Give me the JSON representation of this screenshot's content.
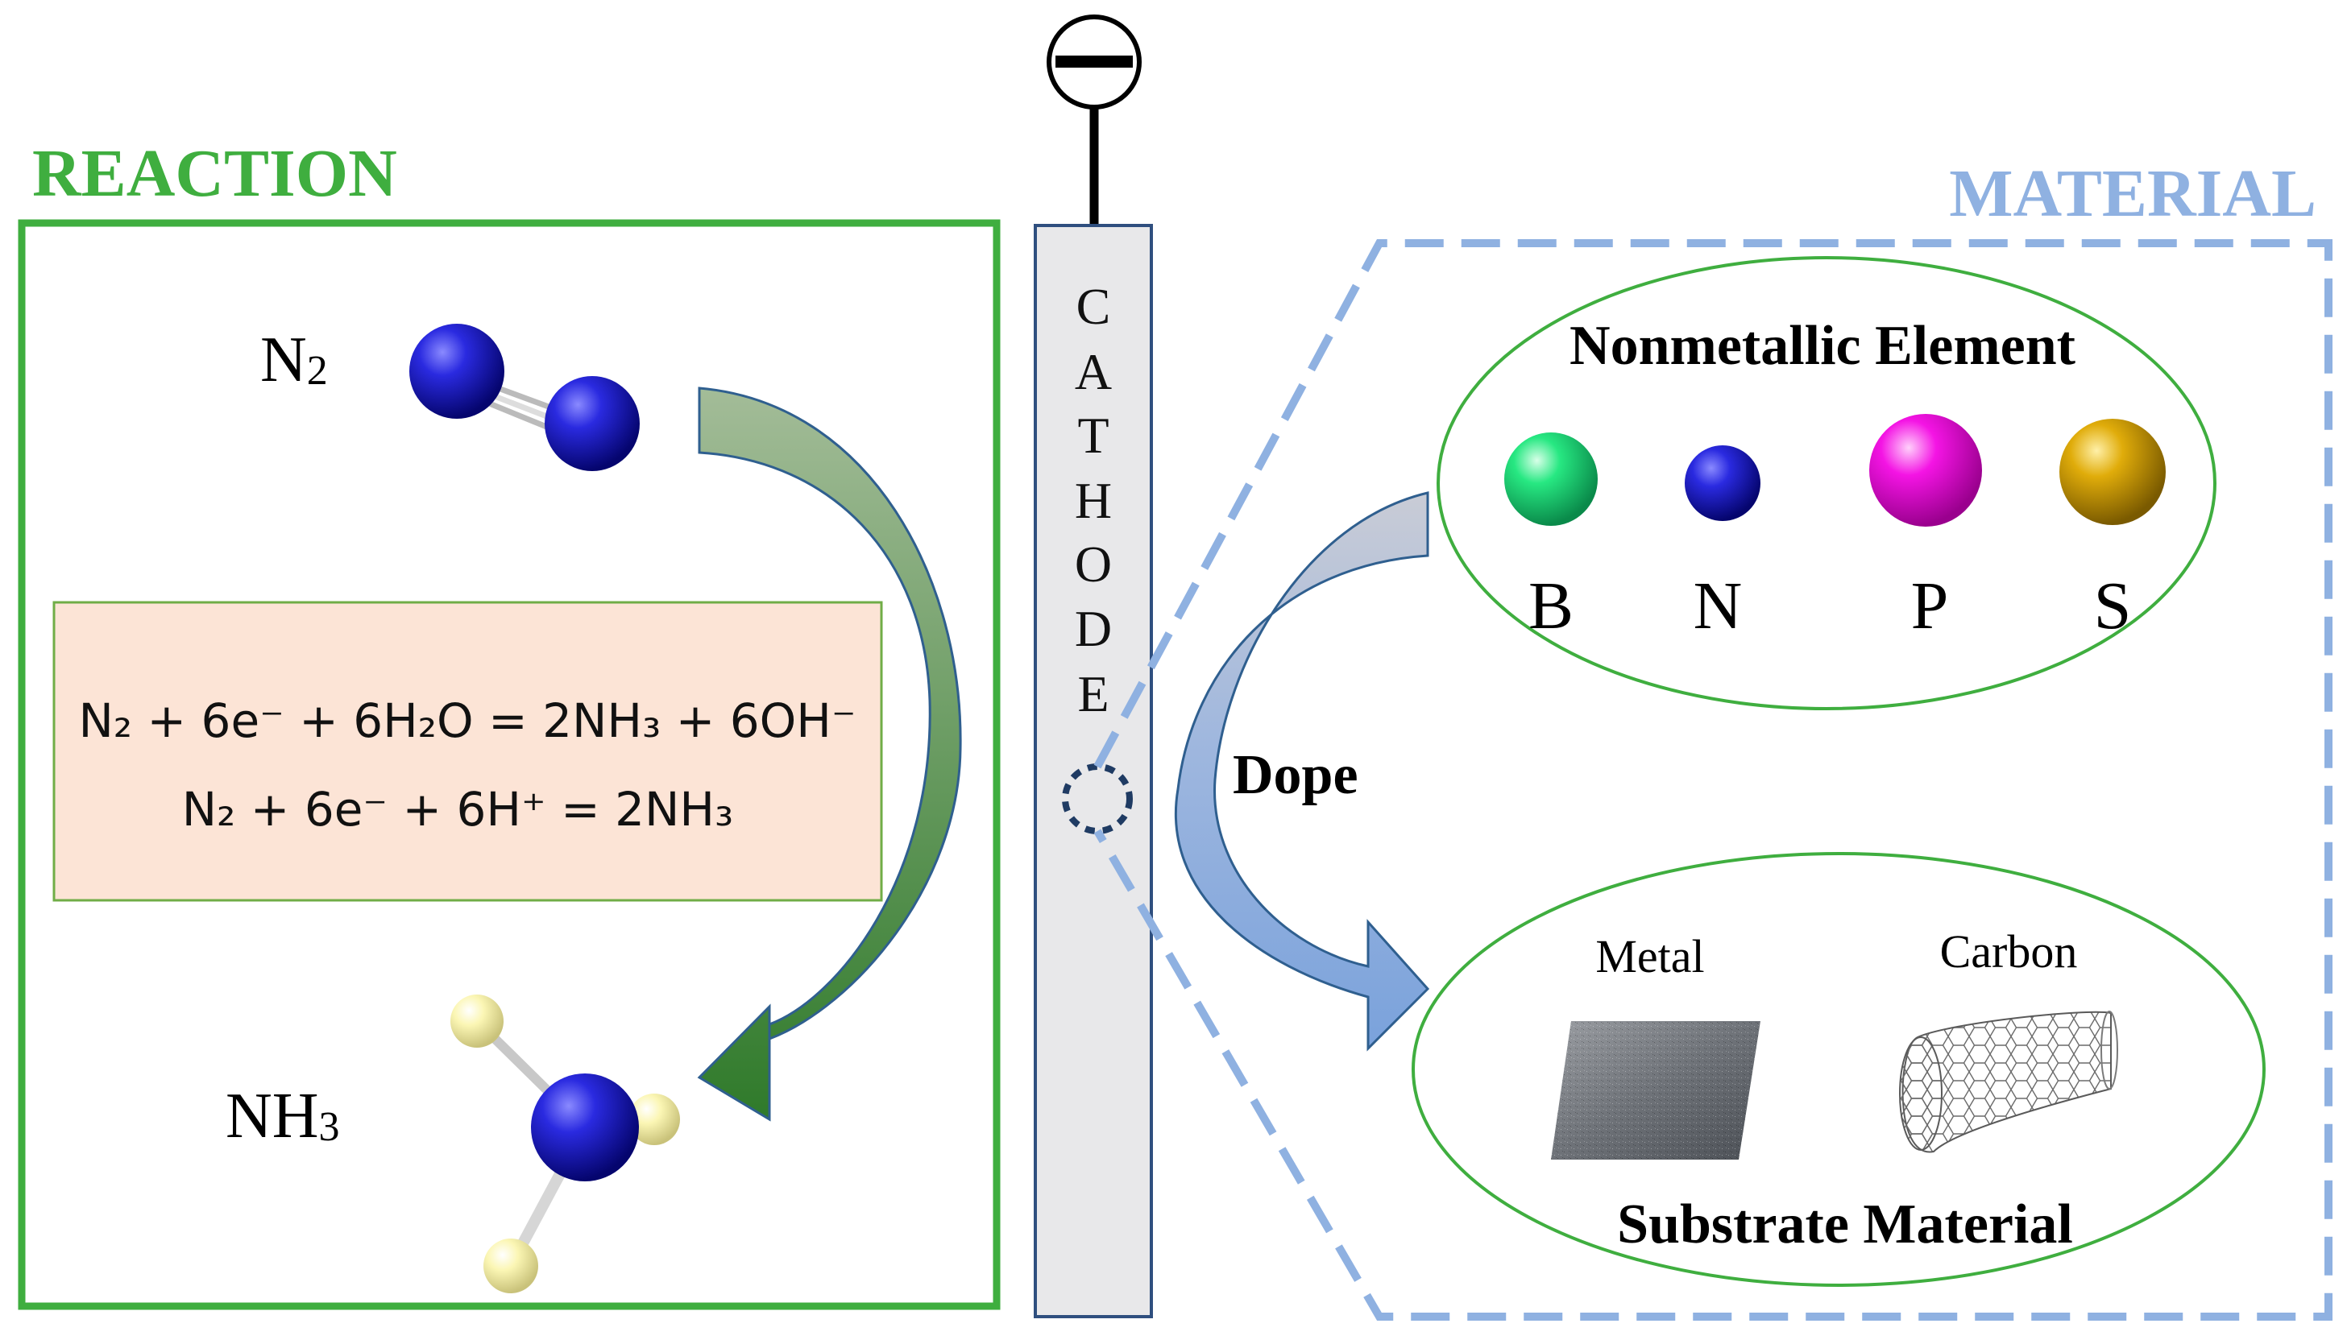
{
  "colors": {
    "reaction_green": "#3fae3f",
    "material_blue": "#8fb1e1",
    "equation_box_fill": "#fce4d6",
    "equation_box_border": "#70ad47",
    "cathode_fill": "#e8e8ea",
    "cathode_border": "#2f4f7f",
    "boron": "#19e07a",
    "nitrogen": "#1414c8",
    "phosphorus": "#f000e0",
    "sulfur": "#d9a400",
    "hydrogen": "#f6f0a0"
  },
  "reaction": {
    "heading": "REACTION",
    "n2_label": "N",
    "n2_sub": "2",
    "nh3_label": "NH",
    "nh3_sub": "3",
    "equation1": "N₂ + 6e⁻ + 6H₂O = 2NH₃ + 6OH⁻",
    "equation2": "N₂ + 6e⁻ + 6H⁺ = 2NH₃"
  },
  "cathode": {
    "letters": [
      "C",
      "A",
      "T",
      "H",
      "O",
      "D",
      "E"
    ],
    "terminal_symbol": "minus"
  },
  "material": {
    "heading": "MATERIAL",
    "nonmetal_title": "Nonmetallic Element",
    "elements": [
      {
        "symbol": "B",
        "color_key": "boron"
      },
      {
        "symbol": "N",
        "color_key": "nitrogen"
      },
      {
        "symbol": "P",
        "color_key": "phosphorus"
      },
      {
        "symbol": "S",
        "color_key": "sulfur"
      }
    ],
    "dope_label": "Dope",
    "substrate_title": "Substrate Material",
    "metal_label": "Metal",
    "carbon_label": "Carbon"
  }
}
